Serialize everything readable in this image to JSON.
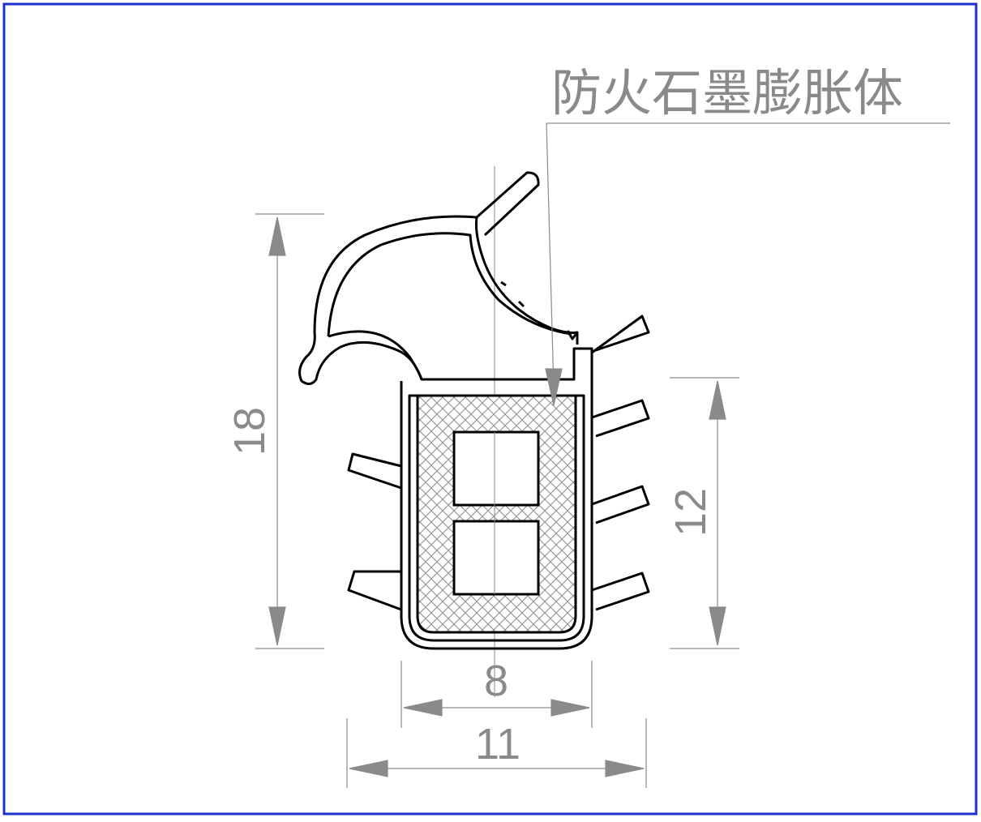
{
  "callout": {
    "label": "防火石墨膨胀体"
  },
  "dimensions": {
    "height_total": "18",
    "height_body": "12",
    "width_inner": "8",
    "width_total": "11"
  },
  "colors": {
    "frame": "#1f2fcf",
    "line": "#8a8a8a",
    "profile": "#000000",
    "hatch": "#8c8c8c"
  }
}
